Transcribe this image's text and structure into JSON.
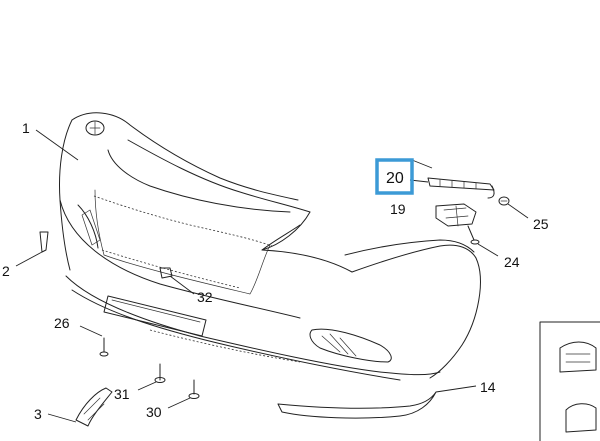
{
  "diagram": {
    "highlight_color": "#3c9ad6",
    "labels": {
      "p1": "1",
      "p2": "2",
      "p3": "3",
      "p14": "14",
      "p19": "19",
      "p20": "20",
      "p24": "24",
      "p25": "25",
      "p26": "26",
      "p30": "30",
      "p31": "31",
      "p32": "32"
    }
  }
}
